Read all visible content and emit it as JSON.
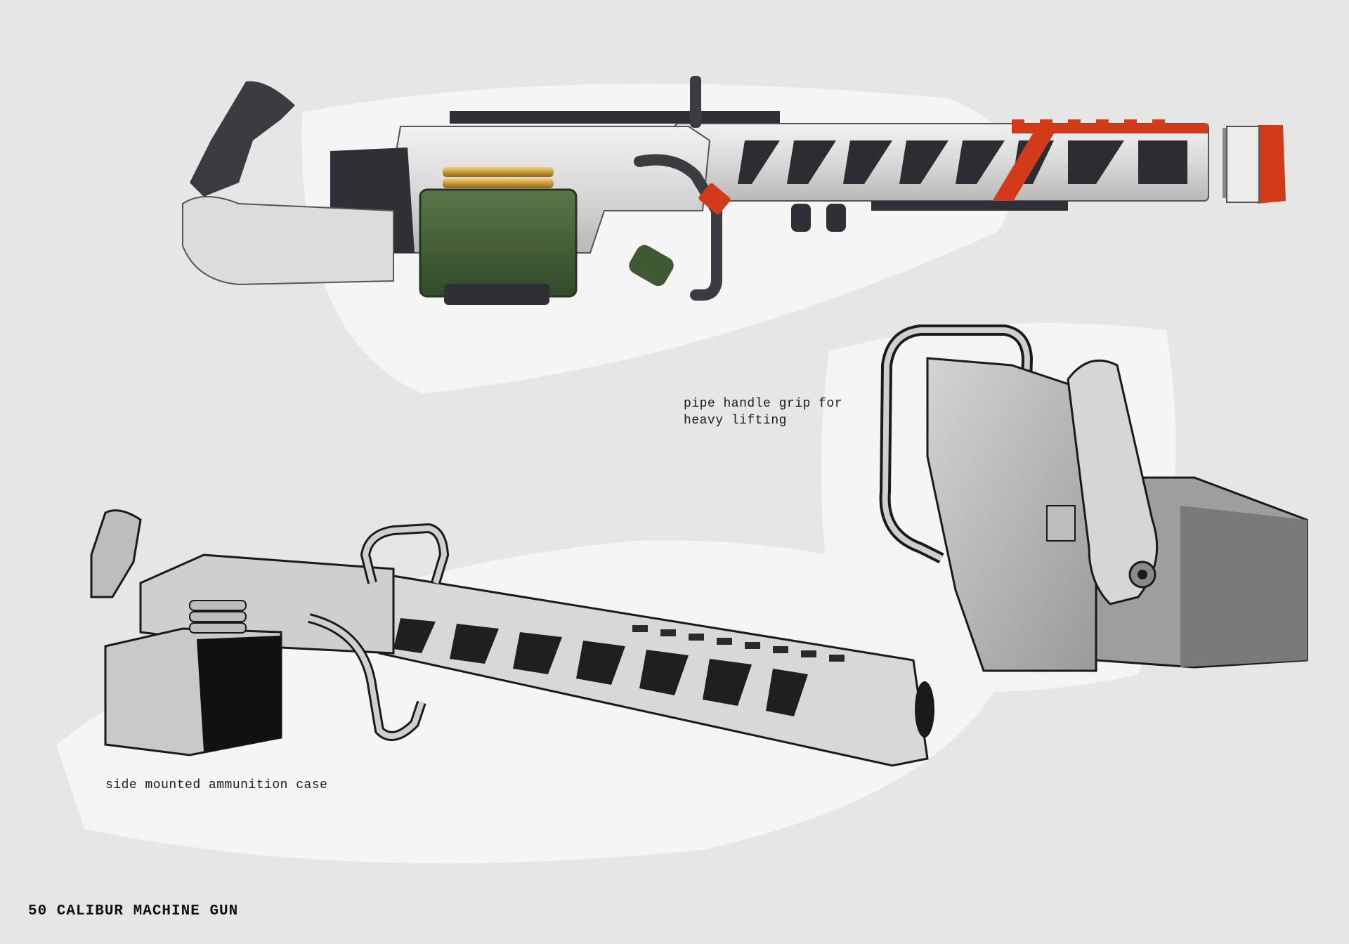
{
  "page": {
    "title": "50 CALIBUR MACHINE GUN"
  },
  "annotations": {
    "pipe_handle": [
      "pipe handle grip for",
      "heavy lifting"
    ],
    "ammo_case": "side mounted ammunition case"
  },
  "colors": {
    "background": "#e6e6e6",
    "body_white": "#dcdcdc",
    "accent_red": "#d23a1a",
    "ammo_green": "#3f5a33",
    "dark_metal": "#2e3035",
    "brass": "#c99a3a"
  },
  "views": [
    {
      "name": "side-view-render"
    },
    {
      "name": "three-quarter-sketch"
    },
    {
      "name": "rear-close-up-sketch"
    }
  ]
}
